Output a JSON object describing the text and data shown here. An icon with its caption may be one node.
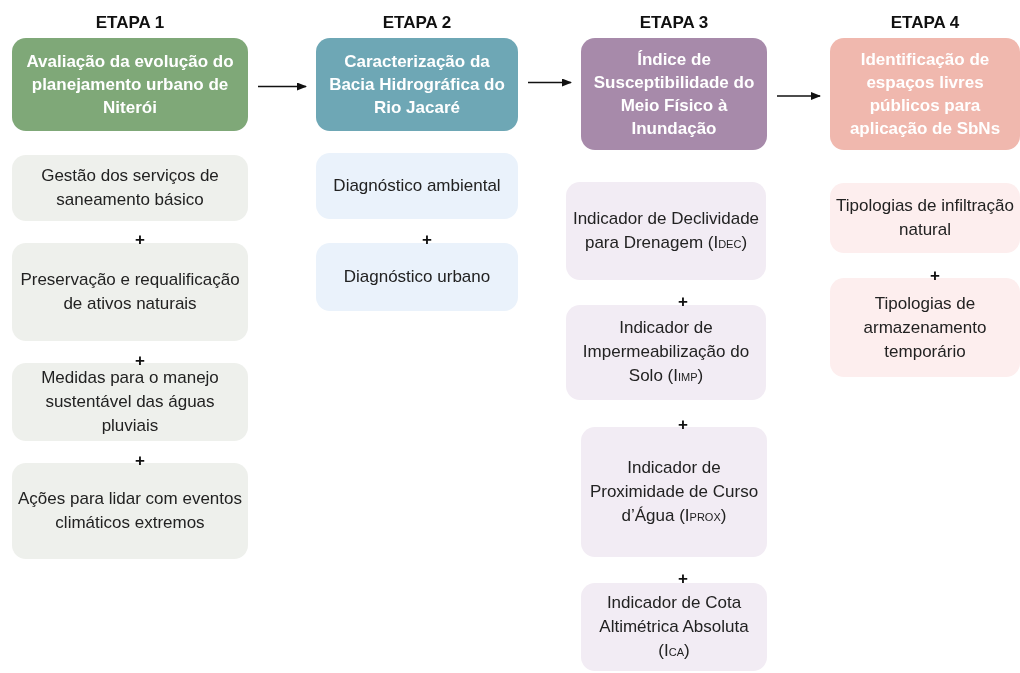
{
  "diagram": {
    "nodes": [
      {
        "text": [
          "ETAPA 1",
          "Avaliação da evolução do planejamento urbano de Niterói"
        ]
      },
      {
        "text": [
          "Gestão dos serviços de saneamento básico"
        ]
      },
      {
        "text": [
          "Preservação e requalificação de ativos naturais"
        ]
      },
      {
        "text": [
          "Medidas para o manejo sustentável das águas pluviais"
        ]
      },
      {
        "text": [
          "Ações para lidar com eventos climáticos extremos"
        ]
      },
      {
        "text": [
          "ETAPA 2",
          "Caracterização da Bacia Hidrográfica do Rio Jacaré"
        ]
      },
      {
        "text": [
          "Diagnóstico ambiental"
        ]
      },
      {
        "text": [
          "Diagnóstico urbano"
        ]
      },
      {
        "text": [
          "ETAPA 3",
          "Índice de Susceptibilidade do Meio Físico à Inundação"
        ]
      },
      {
        "text": [
          "Indicador de Declividade para Drenagem (I$_{DEC}$)"
        ]
      },
      {
        "text": [
          "Indicador de Impermeabilização do Solo (I$_{IMP}$)"
        ]
      },
      {
        "text": [
          "Indicador de Proximidade de Curso d’Água (I$_{PROX}$)"
        ]
      },
      {
        "text": [
          "Indicador de Cota Altimétrica Absoluta (I$_{CA}$)"
        ]
      },
      {
        "text": [
          "ETAPA 4",
          "Identificação de espaços livres públicos para aplicação de SbNs"
        ]
      },
      {
        "text": [
          "Tipologias de infiltração natural"
        ]
      },
      {
        "text": [
          "Tipologias de armazenamento temporário"
        ]
      }
    ],
    "edges": [
      {
        "from": 0,
        "to": 5,
        "arrow": "to"
      },
      {
        "from": 5,
        "to": 8,
        "arrow": "to"
      },
      {
        "from": 8,
        "to": 13,
        "arrow": "to"
      }
    ],
    "labels": [
      "+",
      "+",
      "+",
      "+",
      "+",
      "+",
      "+",
      "+"
    ]
  }
}
